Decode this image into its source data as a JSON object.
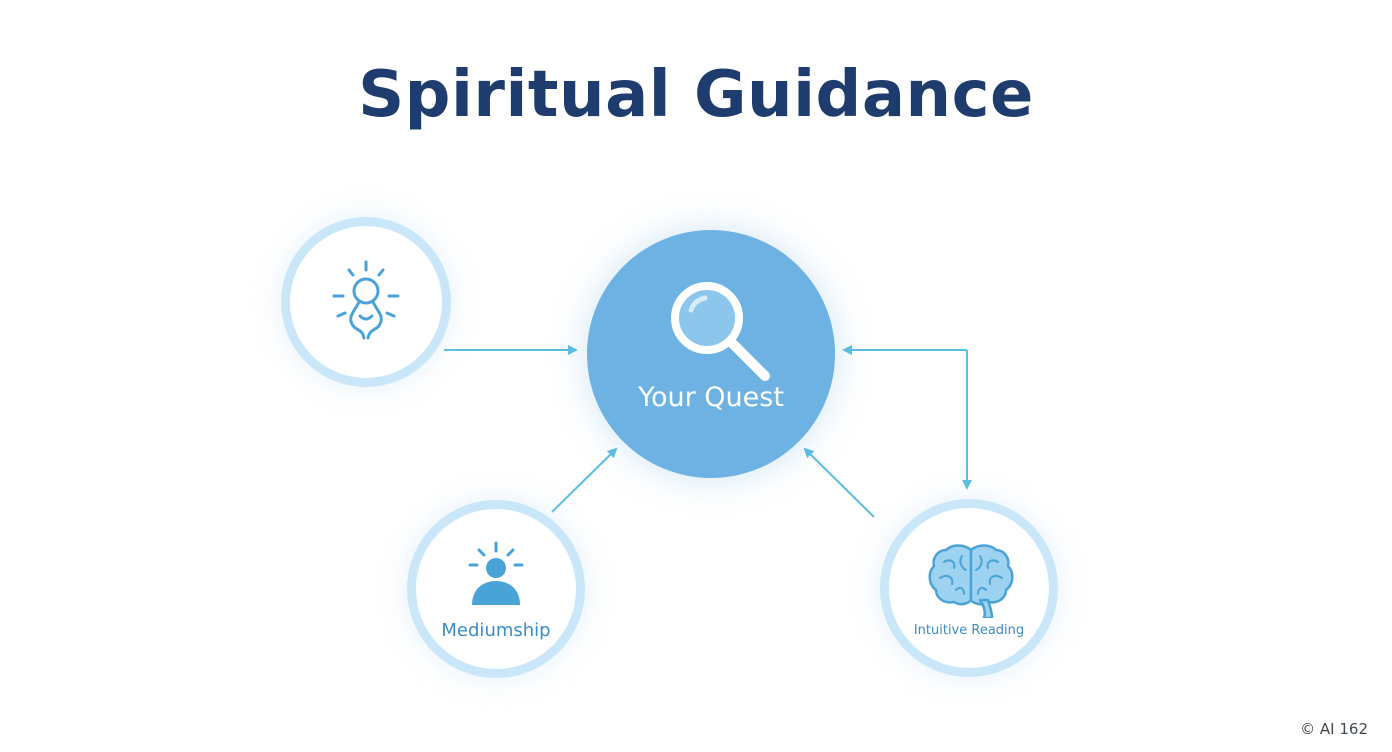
{
  "title": "Spiritual Guidance",
  "center_node": {
    "label": "Your Quest",
    "icon": "magnifying-glass-icon"
  },
  "nodes": [
    {
      "id": "spirit",
      "label": "",
      "icon": "spirit-figure-icon"
    },
    {
      "id": "mediumship",
      "label": "Mediumship",
      "icon": "radiant-person-icon"
    },
    {
      "id": "intuitive",
      "label": "Intuitive Reading",
      "icon": "brain-icon"
    }
  ],
  "edges": [
    {
      "from": "spirit",
      "to": "center"
    },
    {
      "from": "mediumship",
      "to": "center"
    },
    {
      "from": "intuitive",
      "to": "center"
    },
    {
      "from": "center",
      "to": "intuitive"
    }
  ],
  "watermark": "© AI 162",
  "colors": {
    "title": "#1f3c6e",
    "center_fill": "#6db2e2",
    "ring": "#c9e7f9",
    "connector": "#5bbde0",
    "icon": "#4aa3d6"
  }
}
